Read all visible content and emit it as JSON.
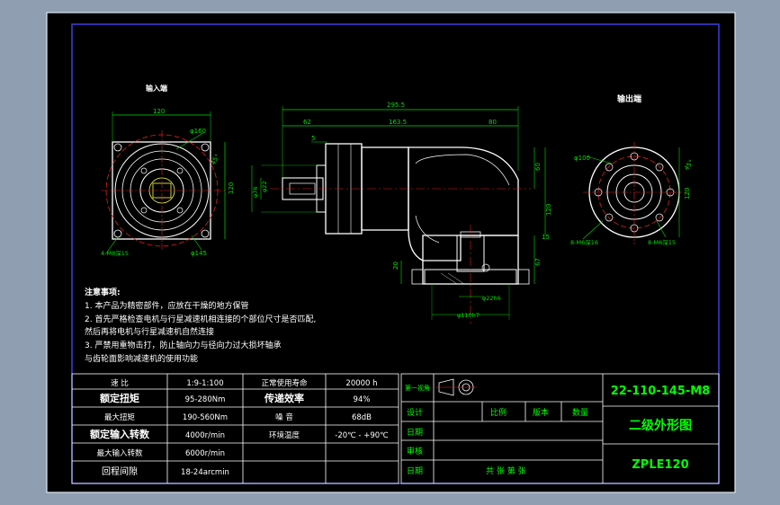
{
  "colors": {
    "background": "#000000",
    "frame": "#ffffff",
    "border_blue": "#3a3ad8",
    "geometry": "#ffffff",
    "dimension": "#00e000",
    "centerline": "#e02020",
    "text": "#ffffff",
    "title_text": "#00ff00"
  },
  "views": {
    "input_label": "输入端",
    "output_label": "输出端"
  },
  "dims": {
    "total_length": "295.5",
    "len_62": "62",
    "len_163": "163.5",
    "len_80": "80",
    "len_5": "5",
    "dia_22": "φ22",
    "dia_76": "φ76",
    "flange_120": "120",
    "pcd_160": "φ160",
    "m8_145": "φ145",
    "angle_45": "45°",
    "in_side_120": "120",
    "m8_holes": "4-M8深15",
    "h_60": "60",
    "h_120": "120",
    "h_15": "15",
    "out_100": "φ100",
    "out_side": "45°",
    "m6_holes": "8-M6深16",
    "out_holes": "8-M6深15",
    "out_dim_120": "120",
    "dia_22g6": "φ22h6",
    "dia_110": "φ110h7",
    "h_67": "67",
    "h_20": "20"
  },
  "notes": {
    "title": "注意事项:",
    "lines": [
      "1. 本产品为精密部件，应放在干燥的地方保管",
      "2. 首先严格检查电机与行星减速机相连接的个部位尺寸是否匹配,",
      "然后再将电机与行星减速机自然连接",
      "3. 严禁用重物击打，防止轴向力与径向力过大损坏轴承",
      "与齿轮面影响减速机的使用功能"
    ]
  },
  "spec_table": {
    "rows": [
      [
        "速  比",
        "1:9-1:100",
        "正常使用寿命",
        "20000 h"
      ],
      [
        "额定扭矩",
        "95-280Nm",
        "传递效率",
        "94%"
      ],
      [
        "最大扭矩",
        "190-560Nm",
        "噪  音",
        "68dB"
      ],
      [
        "额定输入转数",
        "4000r/min",
        "环境温度",
        "-20℃ - +90℃"
      ],
      [
        "最大输入转数",
        "6000r/min",
        "",
        ""
      ],
      [
        "回程间隙",
        "18-24arcmin",
        "",
        ""
      ]
    ]
  },
  "title_block": {
    "projection_label": "第一视角",
    "labels": [
      "设计",
      "日期",
      "审核",
      "日期"
    ],
    "headers": [
      "比例",
      "版本",
      "数量"
    ],
    "sheet_text": "共    张   第    张",
    "drawing_no": "22-110-145-M8",
    "drawing_name": "二级外形图",
    "model": "ZPLE120"
  }
}
